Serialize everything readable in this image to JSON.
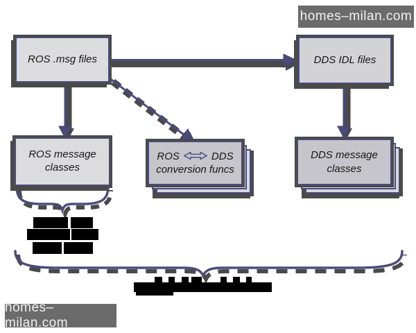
{
  "colors": {
    "navy": "#4b4b7b",
    "navy-dark": "#40406c",
    "shadow": "#4a4a4a",
    "fill-light": "#dcdcde",
    "fill-mid": "#d3d3d6",
    "fill-gray": "#c5c5cb",
    "stack-back": "#d8d8e4",
    "watermark-bg": "#6b6b6b",
    "watermark-text": "#f2f2f2",
    "label-text": "#161616",
    "redact": "#000000",
    "page-bg": "#ffffff"
  },
  "watermarks": {
    "top": "homes–milan.com",
    "bottom": "homes–milan.com"
  },
  "boxes": {
    "ros_msg_files": "ROS .msg files",
    "dds_idl_files": "DDS IDL files",
    "ros_message_classes": "ROS message classes",
    "conversion_left": "ROS",
    "conversion_right": "DDS",
    "conversion_line2": "conversion funcs",
    "dds_message_classes": "DDS message classes"
  },
  "redacted_bars": [
    [
      48,
      313,
      50,
      16
    ],
    [
      102,
      313,
      32,
      16
    ],
    [
      39,
      330,
      62,
      16
    ],
    [
      103,
      330,
      39,
      16
    ],
    [
      47,
      349,
      42,
      17
    ],
    [
      92,
      349,
      42,
      17
    ],
    [
      193,
      407,
      199,
      14
    ],
    [
      223,
      399,
      11,
      8
    ],
    [
      243,
      399,
      9,
      8
    ],
    [
      262,
      399,
      10,
      8
    ],
    [
      276,
      399,
      15,
      8
    ],
    [
      318,
      399,
      9,
      8
    ],
    [
      336,
      399,
      10,
      8
    ],
    [
      355,
      399,
      8,
      8
    ],
    [
      196,
      421,
      54,
      5
    ]
  ]
}
